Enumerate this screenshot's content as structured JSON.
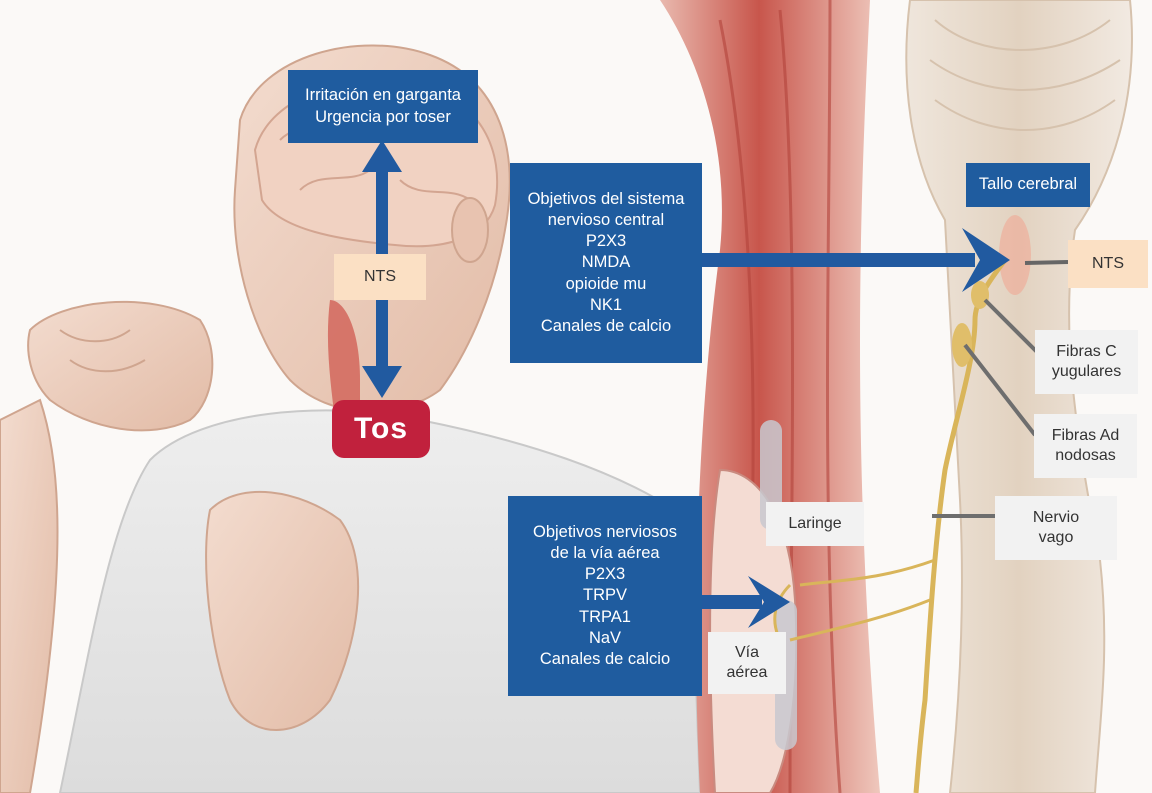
{
  "colors": {
    "box_blue": "#1f5c9f",
    "arrow_blue": "#215aa0",
    "tos_red": "#c1213d",
    "nts_peach": "#fbe0c4",
    "label_gray": "#f2f2f2",
    "nerve_yellow": "#d9b55a",
    "tissue_red": "#c8564c"
  },
  "brain_box": {
    "lines": [
      "Irritación en garganta",
      "Urgencia por toser"
    ]
  },
  "nts_center": {
    "label": "NTS"
  },
  "tos_box": {
    "label": "Tos"
  },
  "cns_box": {
    "lines": [
      "Objetivos del sistema",
      "nervioso central",
      "P2X3",
      "NMDA",
      "opioide mu",
      "NK1",
      "Canales de calcio"
    ]
  },
  "airway_box": {
    "lines": [
      "Objetivos nerviosos",
      "de la vía aérea",
      "P2X3",
      "TRPV",
      "TRPA1",
      "NaV",
      "Canales de calcio"
    ]
  },
  "brainstem_box": {
    "label": "Tallo cerebral"
  },
  "nts_right": {
    "label": "NTS"
  },
  "fibras_c": {
    "lines": [
      "Fibras C",
      "yugulares"
    ]
  },
  "fibras_ad": {
    "lines": [
      "Fibras Ad",
      "nodosas"
    ]
  },
  "nervio_vago": {
    "lines": [
      "Nervio",
      "vago"
    ]
  },
  "laringe": {
    "label": "Laringe"
  },
  "via_aerea": {
    "lines": [
      "Vía",
      "aérea"
    ]
  }
}
